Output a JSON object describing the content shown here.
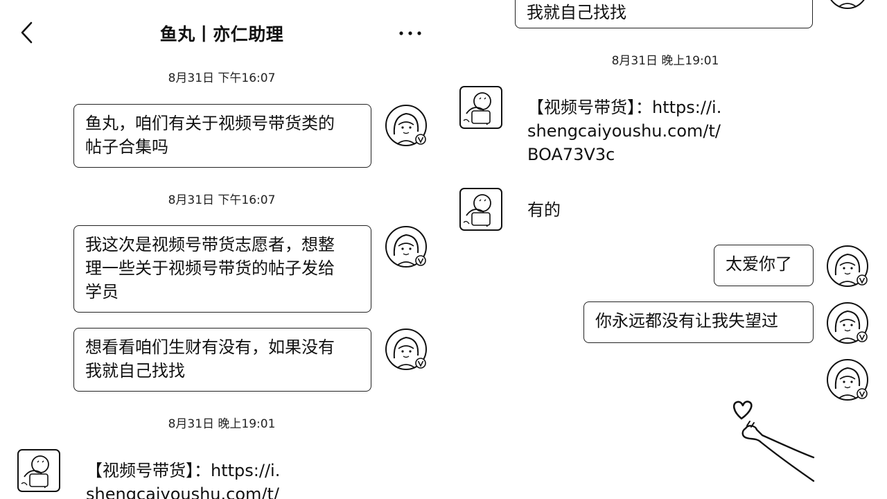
{
  "header": {
    "title": "鱼丸丨亦仁助理",
    "back_icon": "chevron-left-icon",
    "more_icon": "more-horizontal-icon"
  },
  "left_panel": {
    "timestamps": [
      "8月31日 下午16:07",
      "8月31日 下午16:07",
      "8月31日 晚上19:01"
    ],
    "messages": [
      {
        "sender": "self",
        "lines": [
          "鱼丸，咱们有关于视频号带货类的",
          "帖子合集吗"
        ]
      },
      {
        "sender": "self",
        "lines": [
          "我这次是视频号带货志愿者，想整",
          "理一些关于视频号带货的帖子发给",
          "学员"
        ]
      },
      {
        "sender": "self",
        "lines": [
          "想看看咱们生财有没有，如果没有",
          "我就自己找找"
        ]
      },
      {
        "sender": "other",
        "lines": [
          "【视频号带货】：https://i.",
          "shengcaiyoushu.com/t/"
        ]
      }
    ]
  },
  "right_panel": {
    "top_fragment": "我就自己找找",
    "timestamp": "8月31日 晚上19:01",
    "messages": [
      {
        "sender": "other",
        "lines": [
          "【视频号带货】：https://i.",
          "shengcaiyoushu.com/t/",
          "BOA73V3c"
        ]
      },
      {
        "sender": "other",
        "lines": [
          "有的"
        ]
      },
      {
        "sender": "self",
        "lines": [
          "太爱你了"
        ]
      },
      {
        "sender": "self",
        "lines": [
          "你永远都没有让我失望过"
        ]
      }
    ],
    "sticker_icon": "heart-hand-sticker-icon"
  },
  "colors": {
    "background": "#ffffff",
    "text": "#111111",
    "border": "#222222"
  }
}
